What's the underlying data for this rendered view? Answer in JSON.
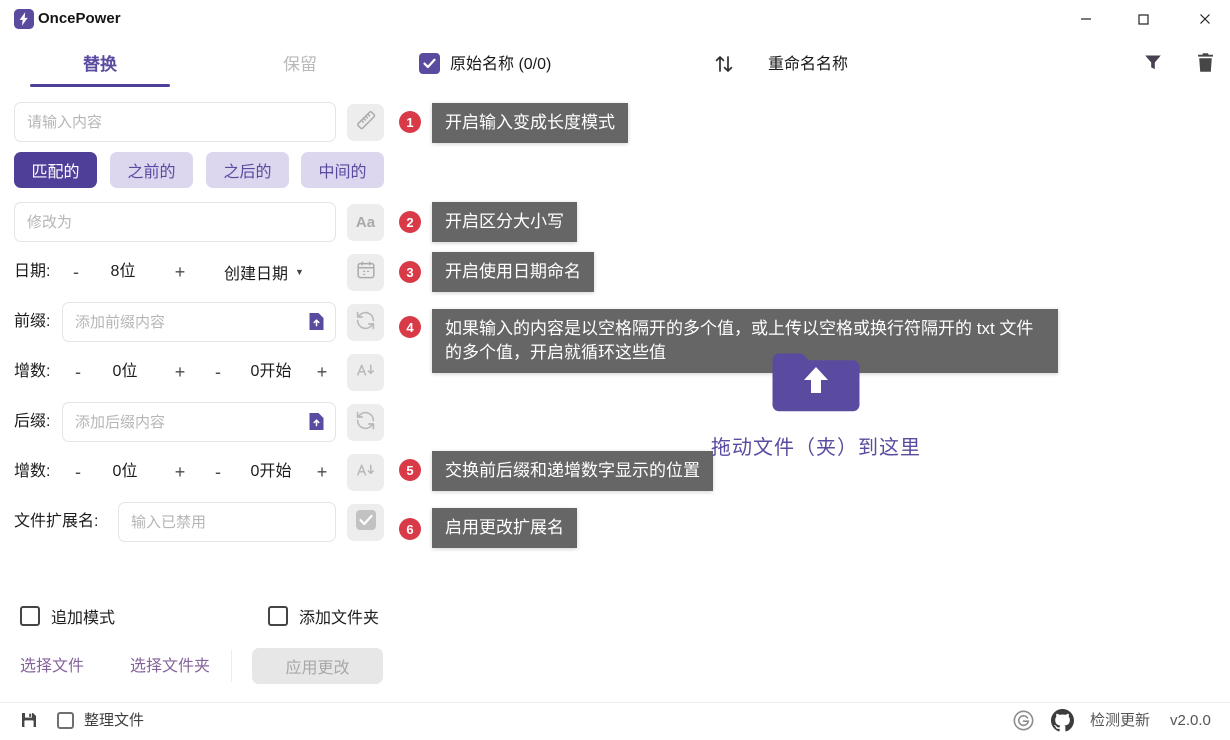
{
  "colors": {
    "primary": "#5b4ba0",
    "primary-dark": "#4f3f99",
    "chip-bg": "#dcd6ee",
    "badge": "#d93a47",
    "tooltip-bg": "#666666"
  },
  "titlebar": {
    "app_name": "OncePower"
  },
  "tabs": {
    "replace": "替换",
    "keep": "保留"
  },
  "header": {
    "original_label": "原始名称 (0/0)",
    "rename_label": "重命名名称"
  },
  "form": {
    "content_placeholder": "请输入内容",
    "chips": [
      "匹配的",
      "之前的",
      "之后的",
      "中间的"
    ],
    "modify_placeholder": "修改为",
    "date": {
      "label": "日期:",
      "minus": "-",
      "digits": "8位",
      "plus": "+",
      "type": "创建日期",
      "caret": "▼"
    },
    "prefix": {
      "label": "前缀:",
      "placeholder": "添加前缀内容"
    },
    "inc1": {
      "label": "增数:",
      "minus1": "-",
      "digits": "0位",
      "plus1": "+",
      "minus2": "-",
      "start": "0开始",
      "plus2": "+"
    },
    "suffix": {
      "label": "后缀:",
      "placeholder": "添加后缀内容"
    },
    "inc2": {
      "label": "增数:",
      "minus1": "-",
      "digits": "0位",
      "plus1": "+",
      "minus2": "-",
      "start": "0开始",
      "plus2": "+"
    },
    "extension": {
      "label": "文件扩展名:",
      "placeholder": "输入已禁用"
    }
  },
  "icons": {
    "aa": "Aa"
  },
  "badges": [
    "1",
    "2",
    "3",
    "4",
    "5",
    "6"
  ],
  "tooltips": {
    "t1": "开启输入变成长度模式",
    "t2": "开启区分大小写",
    "t3": "开启使用日期命名",
    "t4": "如果输入的内容是以空格隔开的多个值，或上传以空格或换行符隔开的 txt 文件的多个值，开启就循环这些值",
    "t5": "交换前后缀和递增数字显示的位置",
    "t6": "启用更改扩展名"
  },
  "dropzone": {
    "text": "拖动文件（夹）到这里"
  },
  "actions": {
    "append_mode": "追加模式",
    "add_folder": "添加文件夹",
    "select_file": "选择文件",
    "select_folder": "选择文件夹",
    "apply": "应用更改"
  },
  "statusbar": {
    "organize": "整理文件",
    "check_update": "检测更新",
    "version": "v2.0.0"
  }
}
